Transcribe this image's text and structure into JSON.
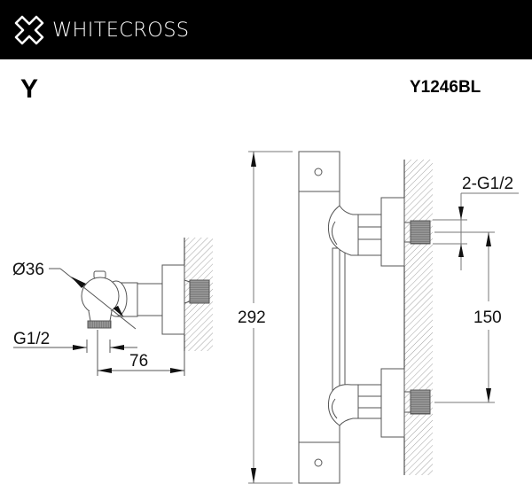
{
  "header": {
    "brand": "WHITECROSS",
    "logo_icon": "cross-outline-logo-icon",
    "background": "#000000",
    "text_color": "#ffffff"
  },
  "product": {
    "series": "Y",
    "model": "Y1246BL"
  },
  "drawing": {
    "side_view": {
      "diameter_label": "Ø36",
      "inlet_label": "G1/2",
      "depth_label": "76"
    },
    "front_view": {
      "height_label": "292",
      "connection_label": "2-G1/2",
      "spacing_label": "150"
    },
    "line_color": "#555555",
    "hatch_color": "#8a8a8a"
  }
}
